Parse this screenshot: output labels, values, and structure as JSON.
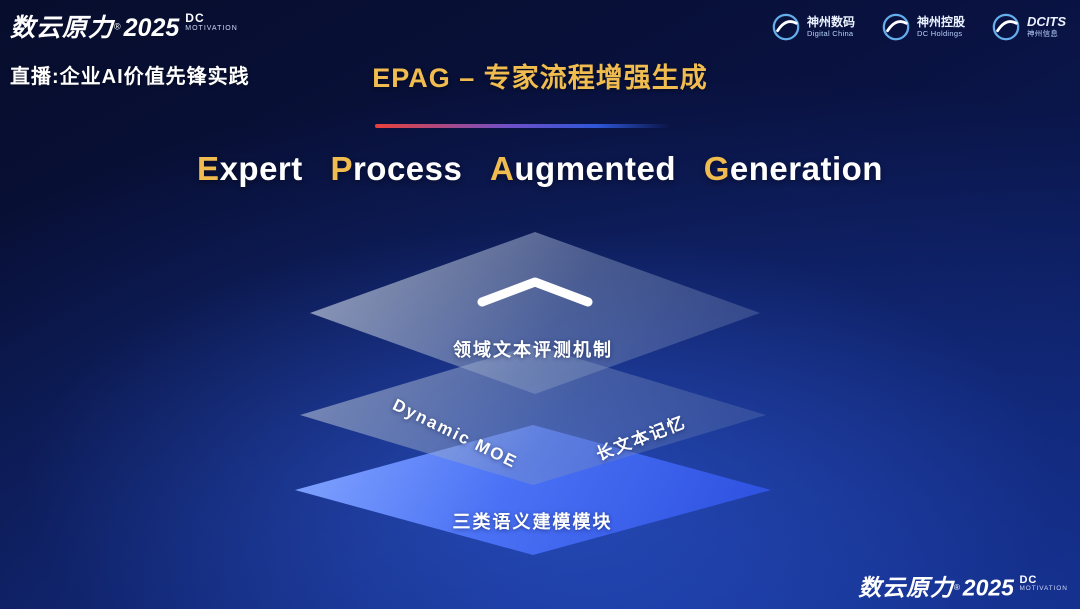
{
  "colors": {
    "background_top": "#070D2C",
    "background_glow": "#1C3FAE",
    "accent_gold": "#F0BC4F",
    "divider_red": "#E8413A",
    "divider_blue": "#2E57D8",
    "glass_layer": "rgba(225,236,255,0.5)",
    "bottom_layer_blue": "#4A71F5",
    "text_white": "#FFFFFF",
    "logo_blue": "#6FC0FF"
  },
  "brand": {
    "name": "数云原力",
    "reg": "®",
    "year": "2025",
    "dc": "DC",
    "motivation": "MOTIVATION"
  },
  "header": {
    "live_label": "直播:企业AI价值先锋实践",
    "partners": [
      {
        "name": "神州数码",
        "sub": "Digital China"
      },
      {
        "name": "神州控股",
        "sub": "DC Holdings"
      },
      {
        "name": "DCITS",
        "sub": "神州信息"
      }
    ]
  },
  "title": {
    "main": "EPAG – 专家流程增强生成"
  },
  "subtitle": {
    "words": [
      {
        "initial": "E",
        "rest": "xpert"
      },
      {
        "initial": "P",
        "rest": "rocess"
      },
      {
        "initial": "A",
        "rest": "ugmented"
      },
      {
        "initial": "G",
        "rest": "eneration"
      }
    ]
  },
  "diagram": {
    "top_layer_label": "领域文本评测机制",
    "middle_layer_left_label": "Dynamic MOE",
    "middle_layer_right_label": "长文本记忆",
    "bottom_layer_label": "三类语义建模模块"
  }
}
